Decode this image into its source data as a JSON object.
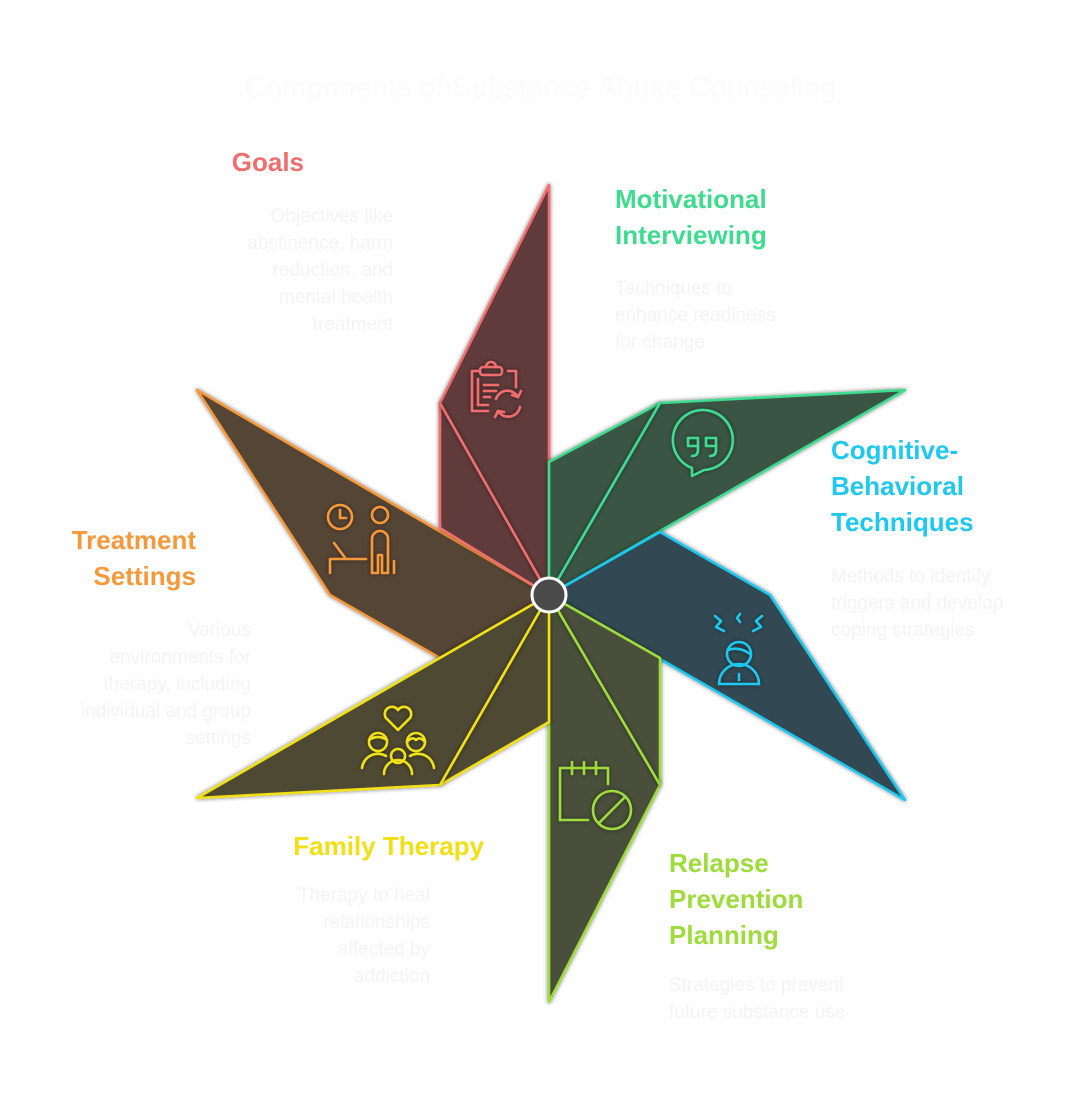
{
  "title": "Components of Substance Abuse Counseling",
  "colors": {
    "background": "#ffffff",
    "hub_fill": "#4a4a4a",
    "hub_stroke": "#ffffff",
    "title_text": "#fbfbfb",
    "description_text": "#f4f4f4"
  },
  "segments": [
    {
      "id": "goals",
      "label": "Goals",
      "description": "Objectives like abstinence, harm reduction, and mental health treatment",
      "desc_lines": [
        "Objectives like",
        "abstinence, harm",
        "reduction, and",
        "mental health",
        "treatment"
      ],
      "label_lines": [
        "Goals"
      ],
      "icon": "clipboard-refresh-icon",
      "accent": "#f26d6d",
      "fill": "#5e3b3b"
    },
    {
      "id": "motivational-interviewing",
      "label": "Motivational Interviewing",
      "description": "Techniques to enhance readiness for change",
      "desc_lines": [
        "Techniques to",
        "enhance readiness",
        "for change"
      ],
      "label_lines": [
        "Motivational",
        "Interviewing"
      ],
      "icon": "speech-bubble-quote-icon",
      "accent": "#3ddc8e",
      "fill": "#3a5444"
    },
    {
      "id": "cognitive-behavioral-techniques",
      "label": "Cognitive-Behavioral Techniques",
      "description": "Methods to identify triggers and develop coping strategies",
      "desc_lines": [
        "Methods to identify",
        "triggers and develop",
        "coping strategies"
      ],
      "label_lines": [
        "Cognitive-",
        "Behavioral",
        "Techniques"
      ],
      "icon": "stressed-person-icon",
      "accent": "#1ec8f0",
      "fill": "#334a52"
    },
    {
      "id": "relapse-prevention-planning",
      "label": "Relapse Prevention Planning",
      "description": "Strategies to prevent future substance use",
      "desc_lines": [
        "Strategies to prevent",
        "future substance use"
      ],
      "label_lines": [
        "Relapse",
        "Prevention",
        "Planning"
      ],
      "icon": "calendar-cancel-icon",
      "accent": "#9ddc3a",
      "fill": "#4a503a"
    },
    {
      "id": "family-therapy",
      "label": "Family Therapy",
      "description": "Therapy to heal relationships affected by addiction",
      "desc_lines": [
        "Therapy to heal",
        "relationships",
        "affected by",
        "addiction"
      ],
      "label_lines": [
        "Family Therapy"
      ],
      "icon": "family-heart-icon",
      "accent": "#f2e014",
      "fill": "#4e4a30"
    },
    {
      "id": "treatment-settings",
      "label": "Treatment Settings",
      "description": "Various environments for therapy, including individual and group settings",
      "desc_lines": [
        "Various",
        "environments for",
        "therapy, including",
        "individual and group",
        "settings"
      ],
      "label_lines": [
        "Treatment",
        "Settings"
      ],
      "icon": "therapy-session-icon",
      "accent": "#f7993a",
      "fill": "#554535"
    }
  ]
}
